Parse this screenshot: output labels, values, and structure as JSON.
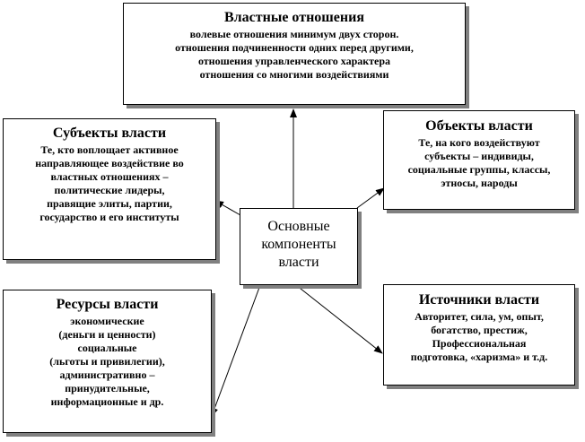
{
  "diagram": {
    "center": {
      "lines": [
        "Основные",
        "компоненты",
        "власти"
      ]
    },
    "power_relations": {
      "title": "Властные отношения",
      "lines": [
        "волевые отношения минимум двух сторон.",
        "отношения подчиненности одних перед другими,",
        "отношения управленческого  характера",
        "отношения со многими воздействиями"
      ]
    },
    "subjects": {
      "title": "Субъекты власти",
      "lines": [
        "Те, кто воплощает активное",
        "направляющее воздействие во",
        "властных отношениях –",
        "политические лидеры,",
        "правящие элиты, партии,",
        "государство и его институты"
      ]
    },
    "objects": {
      "title": "Объекты власти",
      "lines": [
        "Те, на кого воздействуют",
        "субъекты – индивиды,",
        "социальные группы, классы,",
        "этносы, народы"
      ]
    },
    "resources": {
      "title": "Ресурсы власти",
      "lines": [
        "экономические",
        "(деньги и ценности)",
        "социальные",
        "(льготы и привилегии),",
        "административно –",
        "принудительные,",
        "информационные и др."
      ]
    },
    "sources": {
      "title": "Источники власти",
      "lines": [
        "Авторитет, сила, ум, опыт,",
        "богатство, престиж,",
        "Профессиональная",
        "подготовка, «харизма»  и т.д."
      ]
    }
  }
}
